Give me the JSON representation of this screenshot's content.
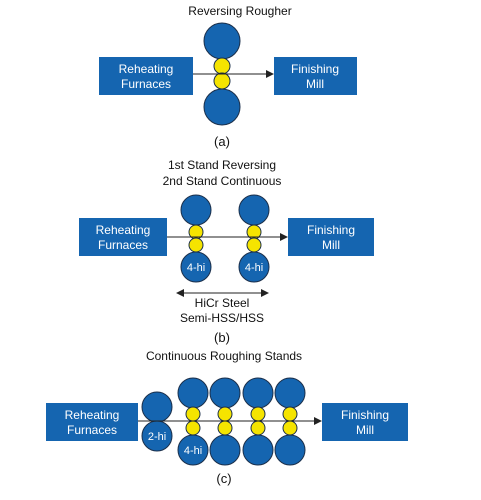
{
  "panel_a": {
    "title": "Reversing Rougher",
    "left_box": [
      "Reheating",
      "Furnaces"
    ],
    "right_box": [
      "Finishing",
      "Mill"
    ],
    "caption": "(a)"
  },
  "panel_b": {
    "title_line1": "1st Stand Reversing",
    "title_line2": "2nd Stand Continuous",
    "left_box": [
      "Reheating",
      "Furnaces"
    ],
    "right_box": [
      "Finishing",
      "Mill"
    ],
    "stand1_label": "4-hi",
    "stand2_label": "4-hi",
    "note_line1": "HiCr Steel",
    "note_line2": "Semi-HSS/HSS",
    "caption": "(b)"
  },
  "panel_c": {
    "title": "Continuous Roughing Stands",
    "left_box": [
      "Reheating",
      "Furnaces"
    ],
    "right_box": [
      "Finishing",
      "Mill"
    ],
    "stand1_label": "2-hi",
    "stand2_label": "4-hi",
    "caption": "(c)"
  },
  "colors": {
    "blue": "#1565b0",
    "yellow": "#f5e400",
    "outline": "#1b2f4a"
  }
}
